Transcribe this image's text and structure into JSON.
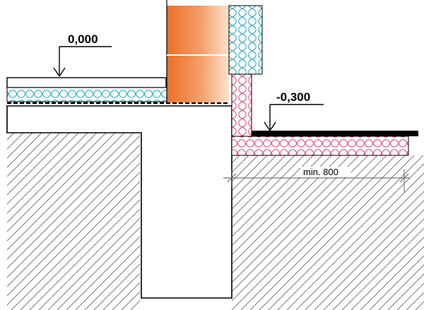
{
  "levels": {
    "floor": "0,000",
    "ground": "-0,300"
  },
  "dimension": {
    "label": "min. 800"
  },
  "colors": {
    "insulation_blue": "#34c9d4",
    "insulation_pink": "#e8407a",
    "brick_dark": "#ee7a35",
    "brick_light": "#f7cfae",
    "waterproofing": "#000000",
    "hatch": "#555555"
  }
}
